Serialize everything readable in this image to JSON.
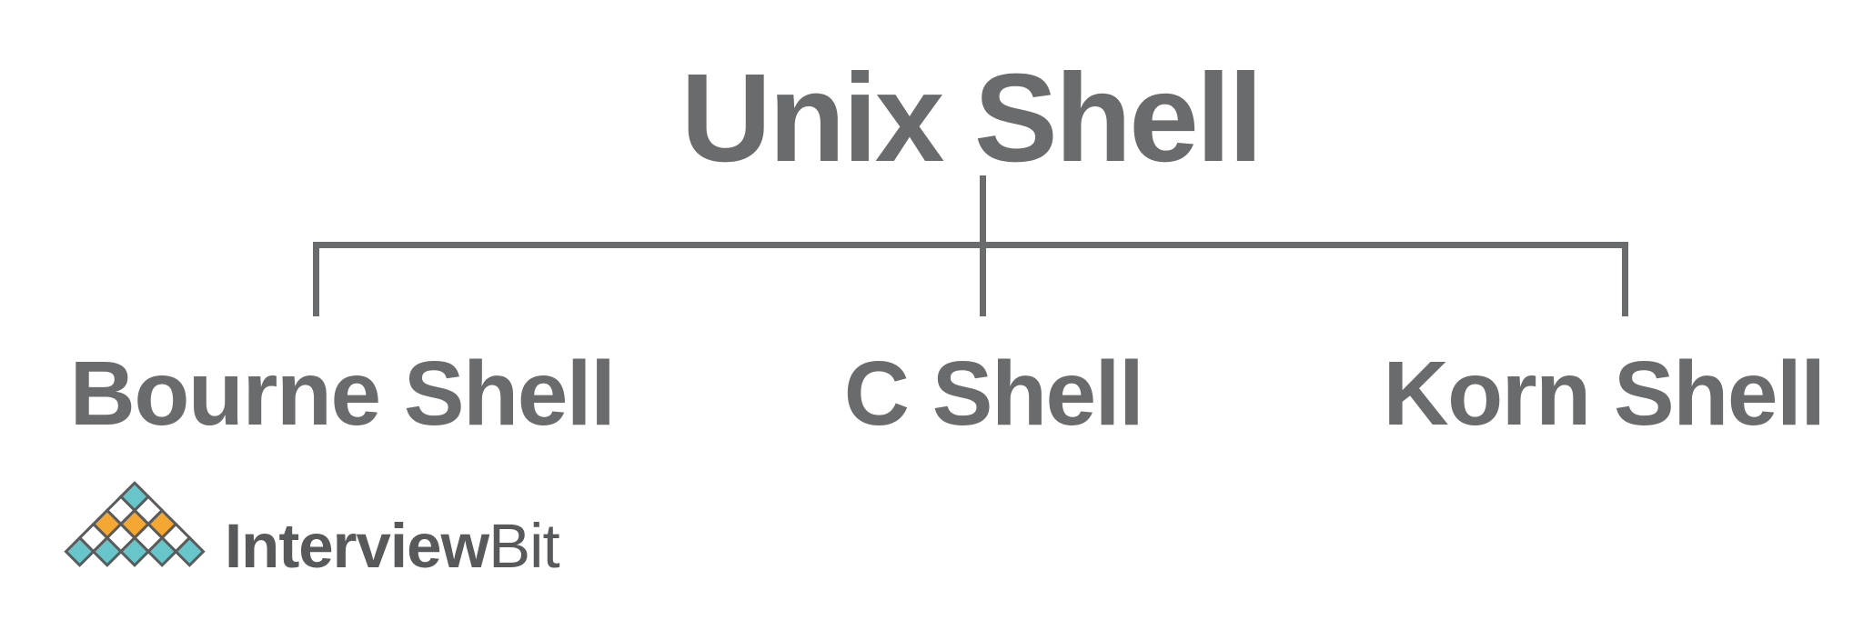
{
  "diagram": {
    "root": {
      "label": "Unix Shell"
    },
    "children": [
      {
        "label": "Bourne Shell"
      },
      {
        "label": "C Shell"
      },
      {
        "label": "Korn Shell"
      }
    ]
  },
  "branding": {
    "logo_text_bold": "Interview",
    "logo_text_light": "Bit",
    "pyramid_rows": [
      [
        "teal"
      ],
      [
        "white",
        "white"
      ],
      [
        "orange",
        "orange",
        "orange"
      ],
      [
        "white",
        "white",
        "white",
        "white"
      ],
      [
        "teal",
        "teal",
        "teal",
        "teal",
        "teal"
      ]
    ]
  },
  "colors": {
    "node_text": "#6a6b6d",
    "connector": "#6a6b6d",
    "logo_text": "#58595b",
    "logo_outline": "#5a5b5d",
    "teal": "#68c5c9",
    "orange": "#f5a733",
    "background": "#ffffff"
  }
}
